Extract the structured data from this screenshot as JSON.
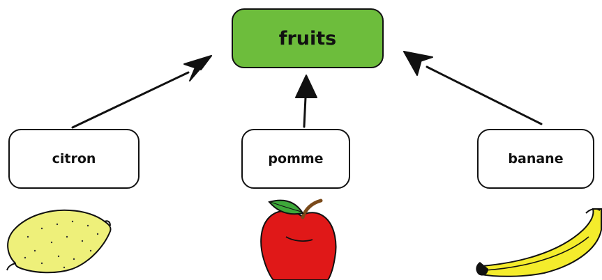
{
  "diagram": {
    "root": {
      "label": "fruits",
      "color": "#6dbd3c"
    },
    "children": [
      {
        "id": "citron",
        "label": "citron",
        "illustration": "lemon"
      },
      {
        "id": "pomme",
        "label": "pomme",
        "illustration": "apple"
      },
      {
        "id": "banane",
        "label": "banane",
        "illustration": "banana"
      }
    ],
    "edges": [
      {
        "from": "citron",
        "to": "fruits"
      },
      {
        "from": "pomme",
        "to": "fruits"
      },
      {
        "from": "banane",
        "to": "fruits"
      }
    ]
  },
  "colors": {
    "lemon": "#eef07a",
    "apple": "#e01818",
    "apple_leaf": "#3ea83a",
    "banana": "#f4ec2c"
  }
}
